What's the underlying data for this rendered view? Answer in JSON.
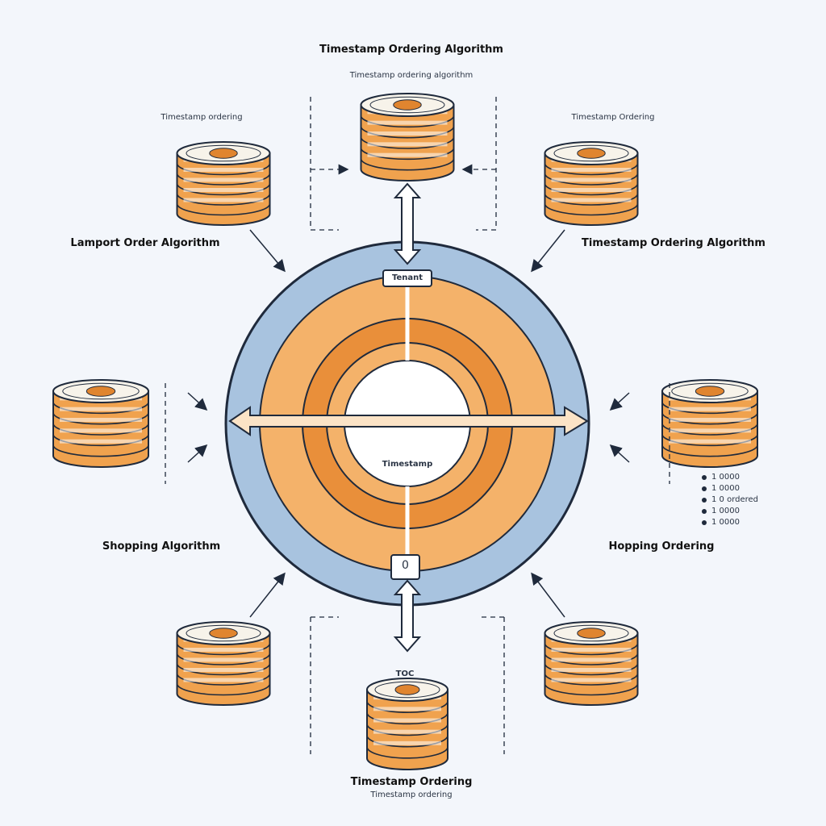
{
  "titles": {
    "top": "Timestamp Ordering Algorithm",
    "left": "Lamport Order Algorithm",
    "right": "Timestamp Ordering Algorithm",
    "bottom_left": "Shopping Algorithm",
    "bottom_right": "Hopping Ordering",
    "bottom": "Timestamp Ordering"
  },
  "labels": {
    "top_sub": "Timestamp ordering algorithm",
    "top_left_caption": "Timestamp ordering",
    "top_right_caption": "Timestamp Ordering",
    "center_box_top": "Tenant",
    "center_box_bottom": "0",
    "center_text": "Timestamp",
    "bottom_box": "TOC",
    "bottom_sub": "Timestamp ordering",
    "right_list_1": "1 0000",
    "right_list_2": "1 0000",
    "right_list_3": "1 0 ordered",
    "right_list_4": "1 0000",
    "right_list_5": "1 0000"
  },
  "colors": {
    "orange": "#f0a24e",
    "orange_dark": "#e0852f",
    "blue": "#a8c3df",
    "blue_dark": "#5c7c9e",
    "navy": "#1f2a3c",
    "bg": "#f3f6fb"
  }
}
